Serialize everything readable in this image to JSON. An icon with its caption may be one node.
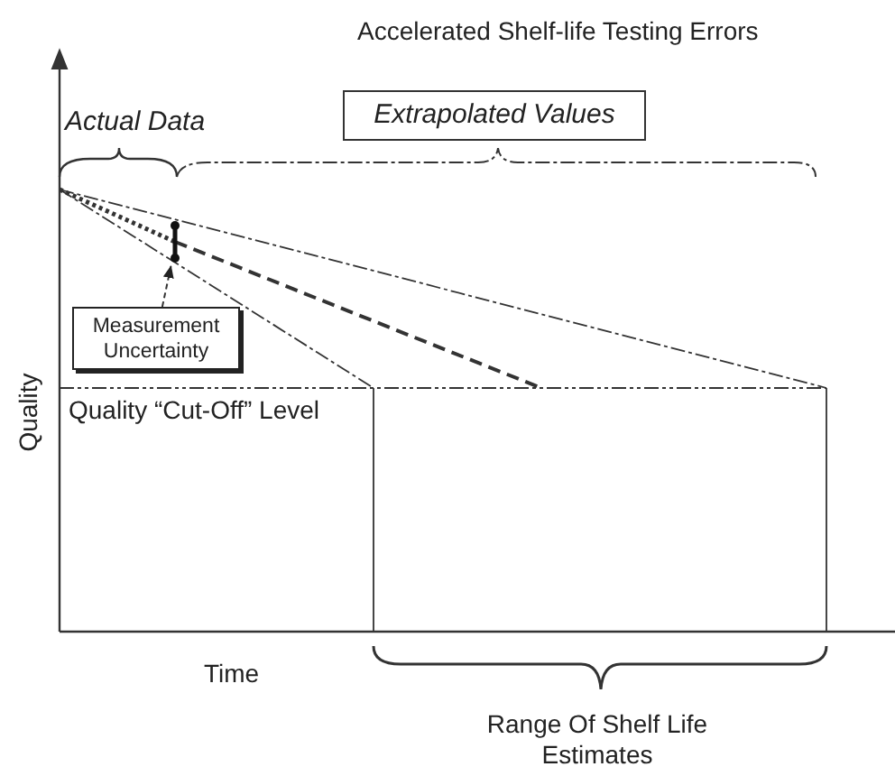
{
  "diagram": {
    "title": "Accelerated Shelf-life Testing Errors",
    "nodes": [
      {
        "text": [
          "Extrapolated Values"
        ]
      },
      {
        "text": [
          "Measurement Uncertainty"
        ]
      },
      {
        "text": [],
        "shape": "bar"
      }
    ],
    "edges": [
      {
        "from": 1,
        "to": 2,
        "arrow": "to",
        "style": "dashed"
      }
    ],
    "labels": [
      "Actual Data",
      "Quality",
      "Quality “Cut-Off” Level",
      "Time",
      "Range Of Shelf Life Estimates"
    ]
  }
}
